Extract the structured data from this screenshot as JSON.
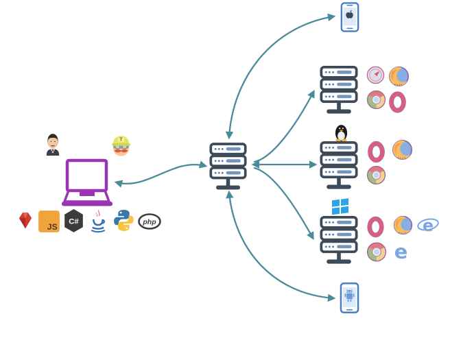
{
  "colors": {
    "background": "#ffffff",
    "arrow": "#4b8a9b",
    "server_outline": "#3c4a59",
    "server_accent": "#7296be",
    "laptop": "#9a34b5",
    "device_blue": "#4a7fc4"
  },
  "client": {
    "ci_tools": [
      {
        "name": "jenkins"
      },
      {
        "name": "travis-ci",
        "label": "T"
      }
    ],
    "machine": {
      "name": "client-laptop"
    },
    "languages": [
      {
        "name": "ruby",
        "label": ""
      },
      {
        "name": "javascript",
        "label": "JS"
      },
      {
        "name": "csharp",
        "label": "C#"
      },
      {
        "name": "java",
        "label": ""
      },
      {
        "name": "python",
        "label": ""
      },
      {
        "name": "php",
        "label": "php"
      }
    ]
  },
  "hub": {
    "name": "selenium-hub-server"
  },
  "nodes": [
    {
      "name": "node-1",
      "os": "",
      "browsers": [
        "safari",
        "firefox",
        "chrome",
        "opera"
      ]
    },
    {
      "name": "node-2",
      "os": "linux",
      "browsers": [
        "opera",
        "firefox",
        "chrome"
      ]
    },
    {
      "name": "node-3",
      "os": "windows",
      "browsers": [
        "opera",
        "firefox",
        "ie",
        "chrome",
        "edge"
      ]
    }
  ],
  "devices": [
    {
      "name": "ios-phone",
      "platform": "apple"
    },
    {
      "name": "android-phone",
      "platform": "android"
    }
  ],
  "glyphs": {
    "ie": "e",
    "edge": "e"
  },
  "connections": [
    {
      "from": "laptop",
      "to": "hub",
      "arrowheads": "both"
    },
    {
      "from": "hub",
      "to": "ios-phone",
      "arrowheads": "both"
    },
    {
      "from": "hub",
      "to": "node-1",
      "arrowheads": "node-end"
    },
    {
      "from": "hub",
      "to": "node-2",
      "arrowheads": "both"
    },
    {
      "from": "hub",
      "to": "node-3",
      "arrowheads": "node-end"
    },
    {
      "from": "hub",
      "to": "android-phone",
      "arrowheads": "both"
    }
  ]
}
